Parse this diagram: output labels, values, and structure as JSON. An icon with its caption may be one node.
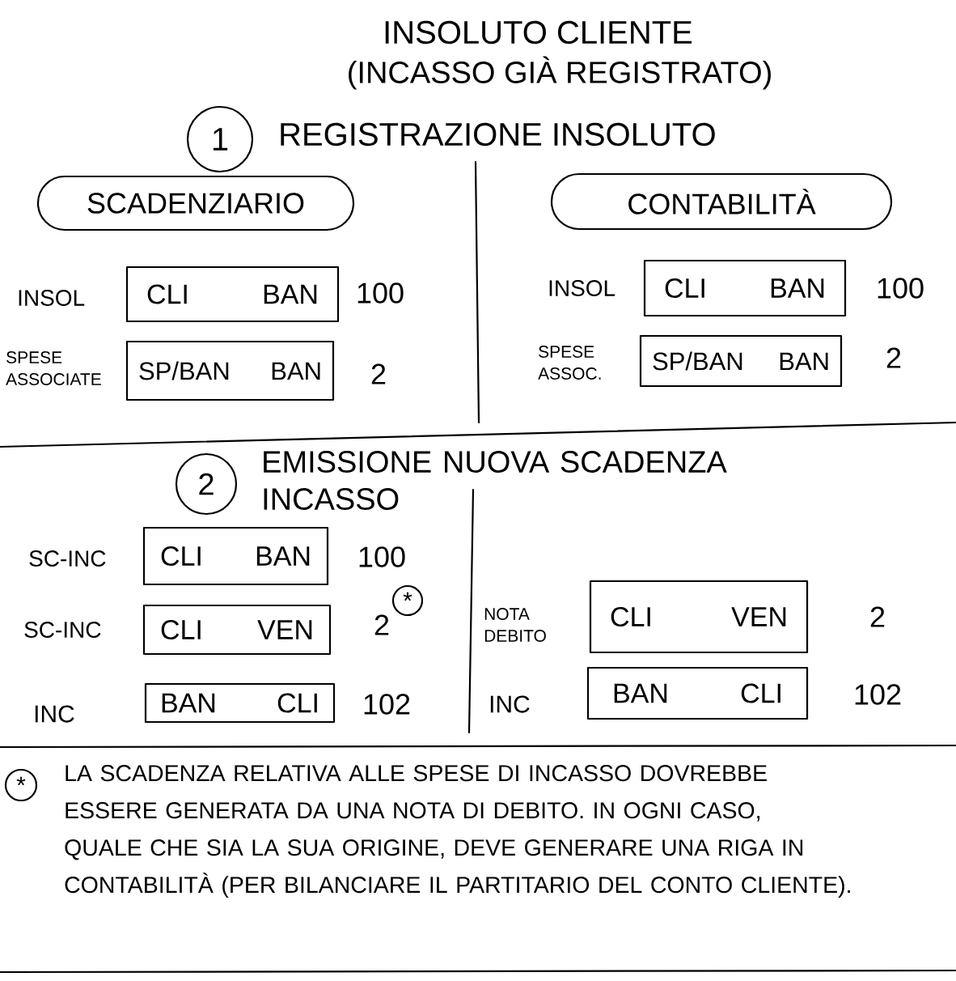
{
  "diagram": {
    "title": "INSOLUTO CLIENTE",
    "nodes": [
      {
        "text": [
          "1"
        ],
        "beside": [
          "REGISTRAZIONE INSOLUTO"
        ]
      },
      {
        "text": [
          "SCADENZIARIO"
        ]
      },
      {
        "text": [
          "CONTABILITÀ"
        ]
      },
      {
        "text": [
          "CLI",
          "BAN"
        ],
        "beside": [
          "INSOL",
          "100"
        ]
      },
      {
        "text": [
          "SP/BAN",
          "BAN"
        ],
        "beside": [
          "SPESE ASSOCIATE",
          "2"
        ]
      },
      {
        "text": [
          "CLI",
          "BAN"
        ],
        "beside": [
          "INSOL",
          "100"
        ]
      },
      {
        "text": [
          "SP/BAN",
          "BAN"
        ],
        "beside": [
          "SPESE ASSOC.",
          "2"
        ]
      },
      {
        "text": [
          "2"
        ],
        "beside": [
          "EMISSIONE NUOVA SCADENZA INCASSO"
        ]
      },
      {
        "text": [
          "CLI",
          "BAN"
        ],
        "beside": [
          "SC-INC",
          "100"
        ]
      },
      {
        "text": [
          "CLI",
          "VEN"
        ],
        "beside": [
          "SC-INC"
        ]
      },
      {
        "text": [
          "*"
        ]
      },
      {
        "text": [
          "BAN",
          "CLI"
        ],
        "beside": [
          "INC",
          "102"
        ]
      },
      {
        "text": [
          "CLI",
          "VEN"
        ],
        "beside": [
          "NOTA DEBITO",
          "2"
        ]
      },
      {
        "text": [
          "BAN",
          "CLI"
        ],
        "beside": [
          "INC",
          "102"
        ]
      },
      {
        "text": [
          "*"
        ],
        "beside": [
          "LA SCADENZA RELATIVA ALLE SPESE DI INCASSO DOVREBBE ESSERE GENERATA DA UNA NOTA DI DEBITO. IN OGNI CASO, QUALE CHE SIA LA SUA ORIGINE, DEVE GENERARE UNA RIGA IN CONTABILITÀ (PER BILANCIARE IL PARTITARIO DEL CONTO CLIENTE)."
        ]
      }
    ],
    "labels": [
      "(INCASSO GIÀ REGISTRATO)",
      "2"
    ]
  }
}
